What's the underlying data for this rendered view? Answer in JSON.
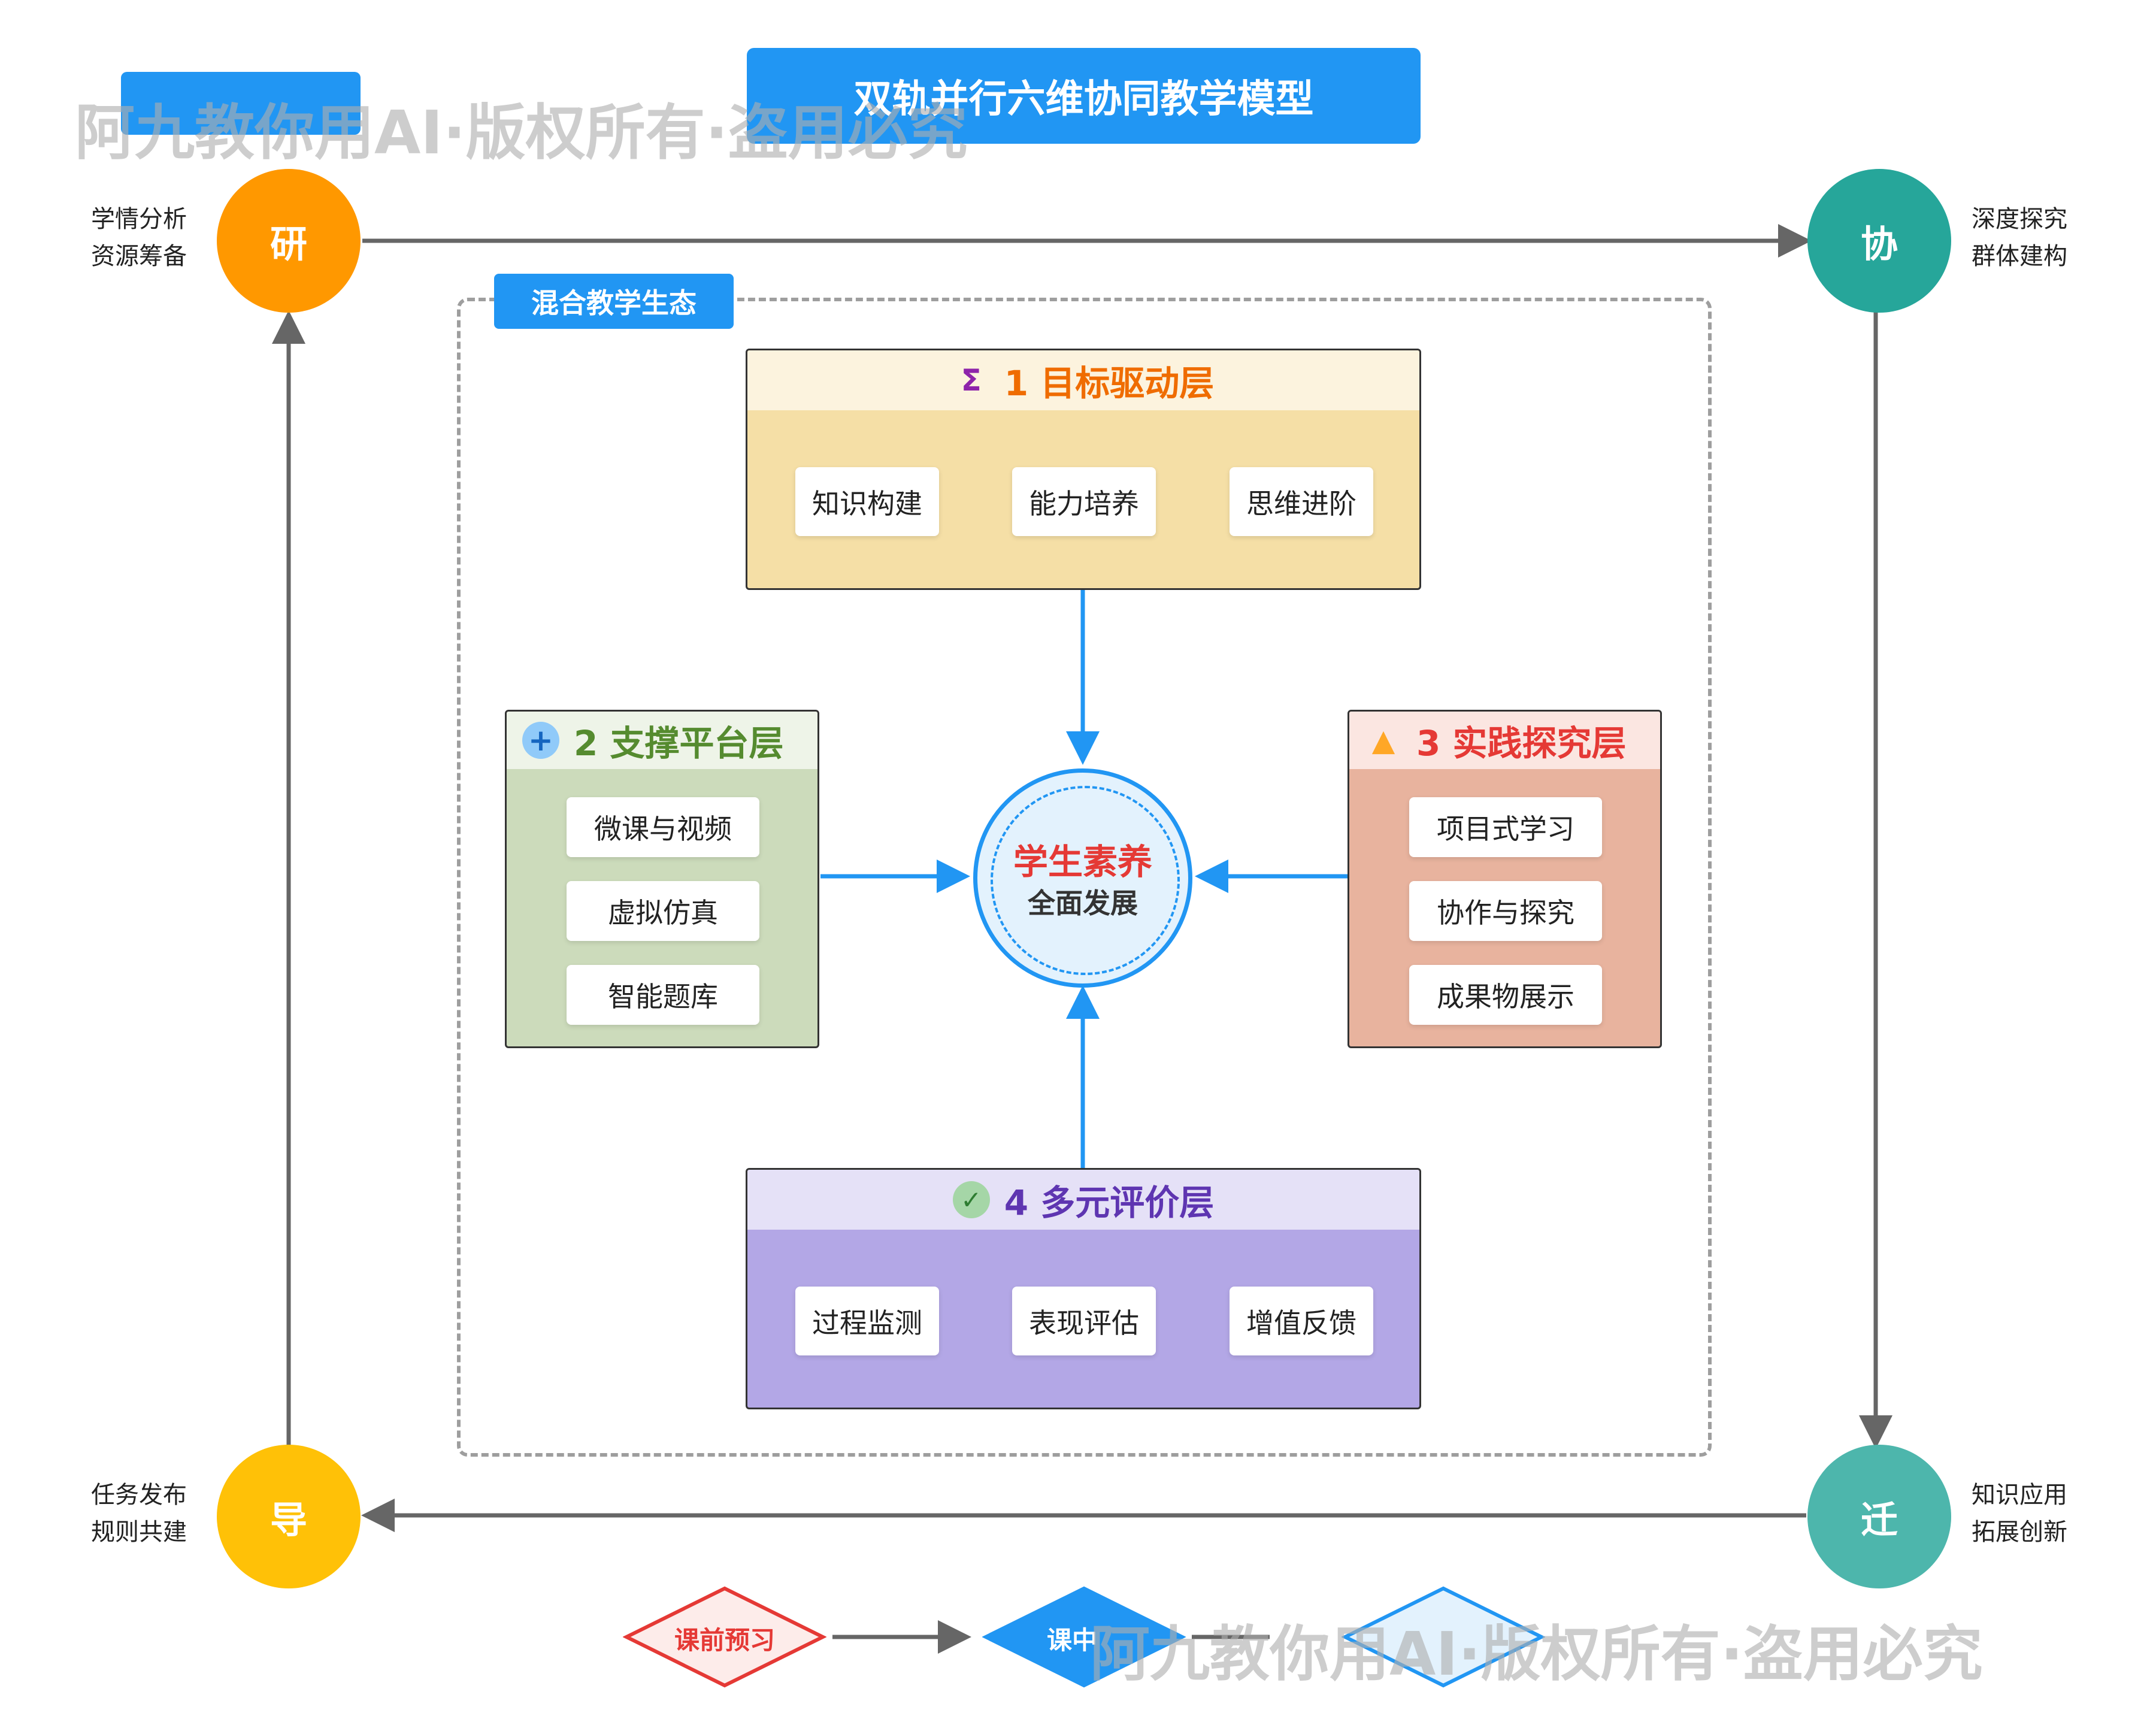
{
  "title": "双轨并行六维协同教学模型",
  "watermark": "阿九教你用AI·版权所有·盗用必究",
  "colors": {
    "primary_blue": "#2196f3",
    "research": "#ff9800",
    "collaborate": "#26a69a",
    "transfer": "#4db6ac",
    "guide": "#ffc107",
    "layer1_body": "#f5dfa6",
    "layer1_head": "#fcf3de",
    "layer2_body": "#ccdbbb",
    "layer2_head": "#eef4e8",
    "layer3_body": "#e8b39e",
    "layer3_head": "#fbe6e1",
    "layer4_body": "#b3a7e6",
    "layer4_head": "#e5e1f7",
    "center_text": "#e53935",
    "arrow_gray": "#666666"
  },
  "corners": {
    "research": {
      "char": "研",
      "lines": [
        "学情分析",
        "资源筹备"
      ]
    },
    "collaborate": {
      "char": "协",
      "lines": [
        "深度探究",
        "群体建构"
      ]
    },
    "transfer": {
      "char": "迁",
      "lines": [
        "知识应用",
        "拓展创新"
      ]
    },
    "guide": {
      "char": "导",
      "lines": [
        "任务发布",
        "规则共建"
      ]
    }
  },
  "ecosystem": {
    "label": "混合教学生态"
  },
  "center": {
    "main": "学生素养",
    "sub": "全面发展"
  },
  "layers": [
    {
      "title": "1 目标驱动层",
      "icon": "sigma-icon",
      "glyph": "Σ",
      "title_color": "#ef6c00",
      "items": [
        "知识构建",
        "能力培养",
        "思维进阶"
      ]
    },
    {
      "title": "2 支撑平台层",
      "icon": "plus-icon",
      "glyph": "+",
      "title_color": "#558b2f",
      "items": [
        "微课与视频",
        "虚拟仿真",
        "智能题库"
      ]
    },
    {
      "title": "3 实践探究层",
      "icon": "triangle-icon",
      "glyph": "▲",
      "title_color": "#e53935",
      "items": [
        "项目式学习",
        "协作与探究",
        "成果物展示"
      ]
    },
    {
      "title": "4 多元评价层",
      "icon": "check-icon",
      "glyph": "✓",
      "title_color": "#5e35b1",
      "items": [
        "过程监测",
        "表现评估",
        "增值反馈"
      ]
    }
  ],
  "legend": [
    {
      "label": "课前预习",
      "style": "red-outline"
    },
    {
      "label": "课中",
      "style": "blue-filled"
    },
    {
      "label": "",
      "style": "blue-outline"
    }
  ]
}
